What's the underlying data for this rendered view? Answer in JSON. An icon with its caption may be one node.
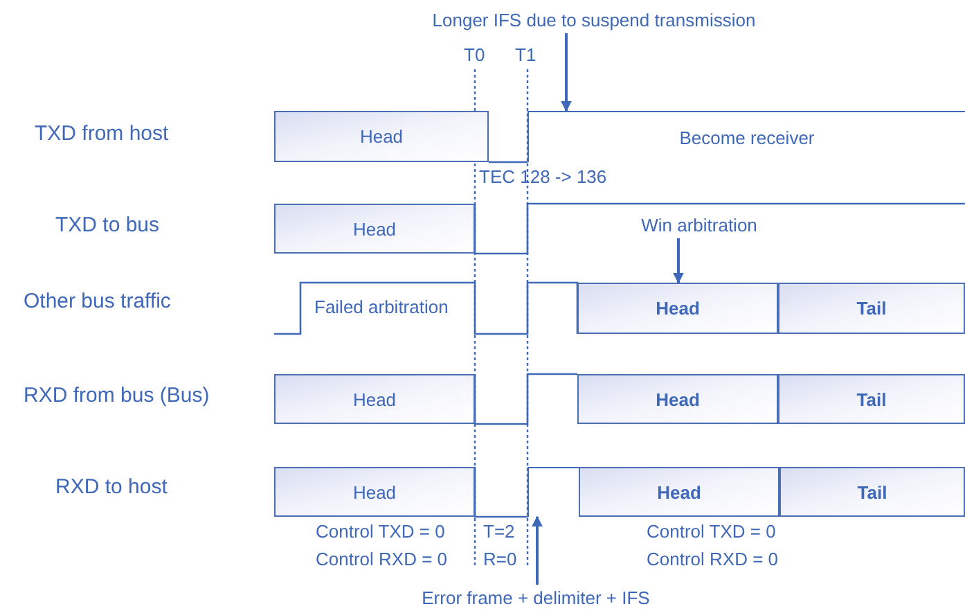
{
  "diagram": {
    "nodes": [
      {
        "text": [
          "Longer IFS due to suspend transmission"
        ]
      },
      {
        "text": [
          "Head"
        ]
      },
      {
        "text": [
          "Head"
        ]
      },
      {
        "text": [
          "Win arbitration"
        ]
      },
      {
        "text": [
          "Head"
        ]
      },
      {
        "text": [
          "Tail"
        ]
      },
      {
        "text": [
          "Head"
        ]
      },
      {
        "text": [
          "Head"
        ]
      },
      {
        "text": [
          "Tail"
        ]
      },
      {
        "text": [
          "Head"
        ]
      },
      {
        "text": [
          "Head"
        ]
      },
      {
        "text": [
          "Tail"
        ]
      },
      {
        "text": [
          "Error frame + delimiter + IFS"
        ]
      },
      {
        "text": [
          "Become receiver"
        ]
      },
      {
        "text": [],
        "shape": "bar"
      }
    ],
    "edges": [
      {
        "from": 0,
        "to": 13,
        "arrow": "to"
      },
      {
        "from": 3,
        "to": 4,
        "arrow": "to"
      },
      {
        "from": 12,
        "to": 14,
        "arrow": "to"
      }
    ],
    "labels": [
      "T0",
      "T1",
      "TXD from host",
      "TEC 128 -> 136",
      "TXD to bus",
      "Other bus traffic",
      "Failed arbitration",
      "RXD from bus (Bus)",
      "RXD to host",
      "Control TXD = 0",
      "Control RXD = 0",
      "T=2",
      "R=0",
      "Control TXD = 0",
      "Control RXD = 0"
    ]
  }
}
